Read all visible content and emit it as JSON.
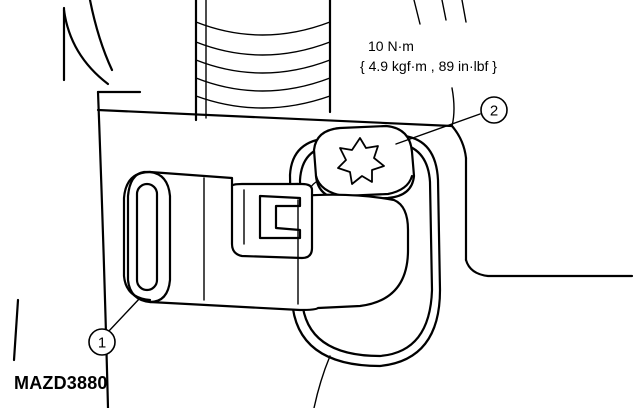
{
  "torque": {
    "line1": "10 N·m",
    "line2": "{ 4.9 kgf·m , 89 in·lbf }"
  },
  "callouts": [
    {
      "number": "1"
    },
    {
      "number": "2"
    }
  ],
  "figure_code": "MAZD3880",
  "icons": {
    "bolt_head": "torx-star-bolt-icon",
    "connector": "electrical-connector-shape",
    "sensor": "sensor-body-shape"
  }
}
